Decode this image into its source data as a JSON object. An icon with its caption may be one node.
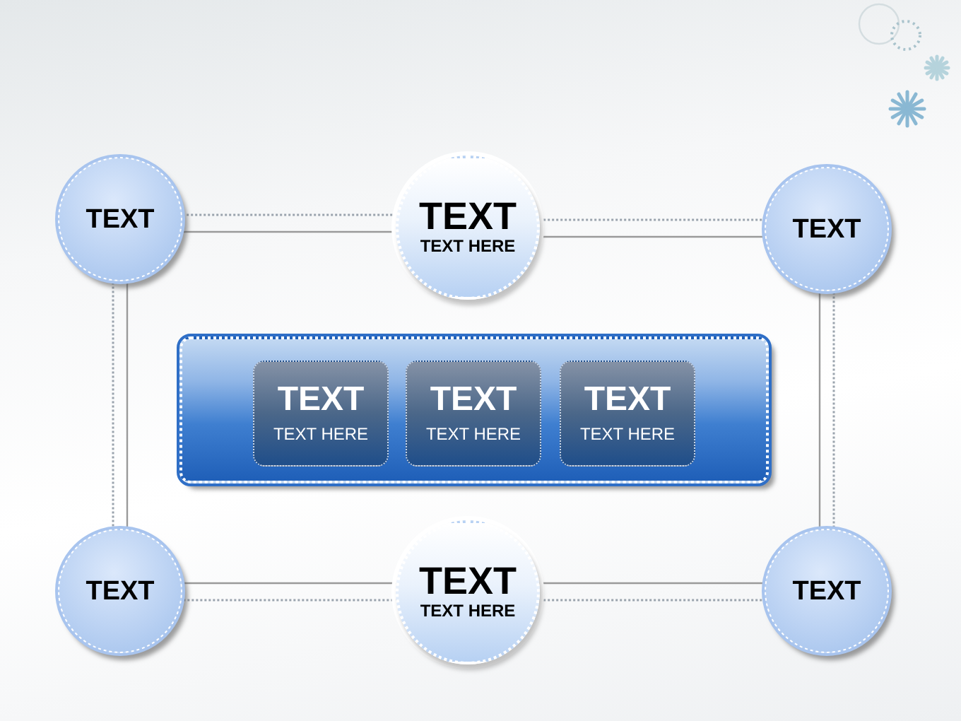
{
  "diagram": {
    "nodes": [
      {
        "text": [
          "TEXT"
        ]
      },
      {
        "text": [
          "TEXT",
          "TEXT HERE"
        ]
      },
      {
        "text": [
          "TEXT"
        ]
      },
      {
        "text": [],
        "shape": "box"
      },
      {
        "text": [
          "TEXT",
          "TEXT HERE"
        ],
        "in": 3
      },
      {
        "text": [
          "TEXT",
          "TEXT HERE"
        ],
        "in": 3
      },
      {
        "text": [
          "TEXT",
          "TEXT HERE"
        ],
        "in": 3
      },
      {
        "text": [
          "TEXT"
        ]
      },
      {
        "text": [
          "TEXT",
          "TEXT HERE"
        ]
      },
      {
        "text": [
          "TEXT"
        ]
      }
    ],
    "edges": [
      {
        "from": 0,
        "to": 1,
        "arrow": "none"
      },
      {
        "from": 1,
        "to": 2,
        "arrow": "none"
      },
      {
        "from": 0,
        "to": 7,
        "arrow": "none"
      },
      {
        "from": 2,
        "to": 9,
        "arrow": "none"
      },
      {
        "from": 7,
        "to": 8,
        "arrow": "none"
      },
      {
        "from": 8,
        "to": 9,
        "arrow": "none"
      }
    ]
  }
}
